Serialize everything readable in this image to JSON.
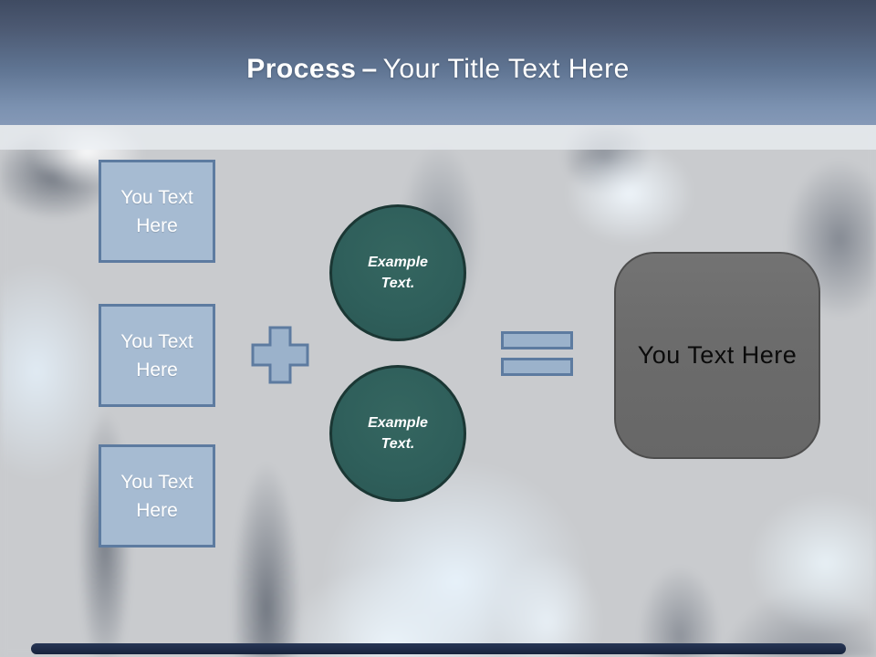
{
  "title": {
    "bold": "Process",
    "dash": "–",
    "regular": "Your Title Text Here"
  },
  "input_boxes": [
    {
      "label": "You Text Here"
    },
    {
      "label": "You Text Here"
    },
    {
      "label": "You Text Here"
    }
  ],
  "operators": {
    "plus_icon": "plus-sign",
    "equals_icon": "equals-sign"
  },
  "circles": [
    {
      "label": "Example Text."
    },
    {
      "label": "Example Text."
    }
  ],
  "result_box": {
    "label": "You Text Here"
  },
  "colors": {
    "header_gradient_top": "#3f4b62",
    "header_gradient_bottom": "#8599b7",
    "placeholder_fill": "#a6bbd2",
    "placeholder_border": "#5d7ba0",
    "operator_fill": "#9bb2cb",
    "operator_border": "#5d7ba0",
    "circle_fill": "#2f5f5b",
    "circle_border": "#1b3734",
    "result_fill": "#6c6c6c",
    "result_border": "#4d4d4d",
    "footer_bar": "#1c2940",
    "background_base": "#c9cbce",
    "title_text": "#ffffff"
  }
}
